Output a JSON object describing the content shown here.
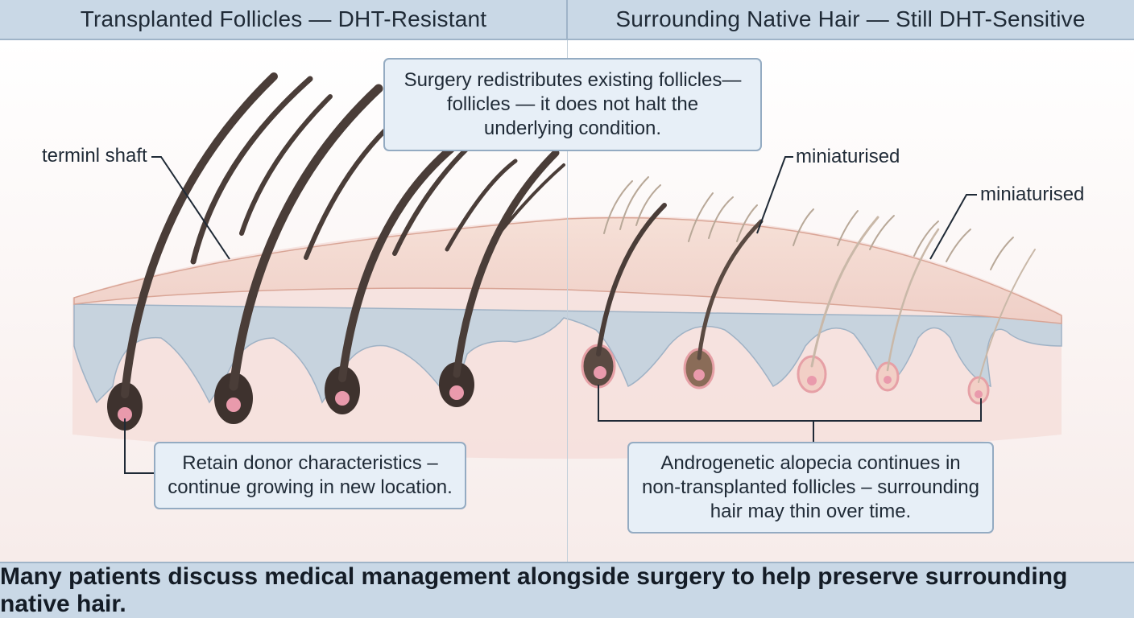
{
  "header": {
    "left_title": "Transplanted Follicles — DHT-Resistant",
    "right_title": "Surrounding Native Hair — Still DHT-Sensitive"
  },
  "callouts": {
    "center_lines": [
      "Surgery redistributes existing follicles—",
      "follicles — it does not halt the",
      "underlying condition."
    ],
    "left_lines": [
      "Retain donor characteristics –",
      "continue growing in new location."
    ],
    "right_lines": [
      "Androgenetic alopecia continues in",
      "non-transplanted follicles – surrounding",
      "hair may thin over time."
    ]
  },
  "labels": {
    "terminal_shaft": "terminl shaft",
    "miniaturised_1": "miniaturised",
    "miniaturised_2": "miniaturised"
  },
  "footer": {
    "text": "Many patients discuss medical management alongside surgery to help preserve surrounding native hair."
  },
  "colors": {
    "header_bg": "#c9d8e6",
    "skin_surface": "#f2d6cc",
    "dermis": "#f4dcd8",
    "fat_layer": "#c7d3de",
    "terminal_hair": "#4a3d38",
    "vellus_hair": "#b8a898",
    "papilla": "#e99aac"
  }
}
